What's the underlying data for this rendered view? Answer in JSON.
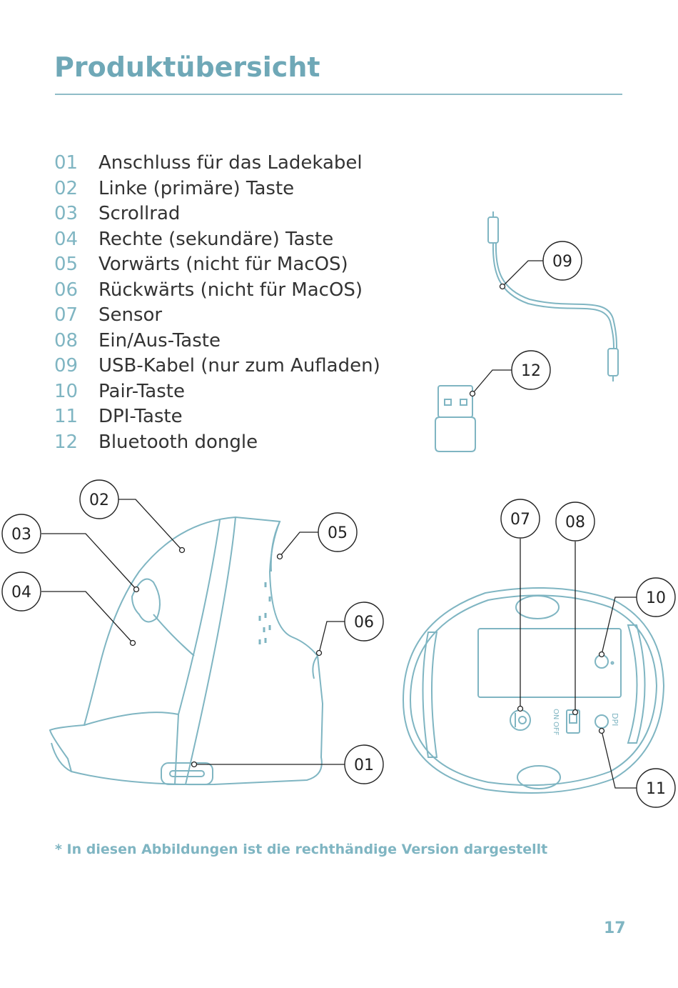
{
  "page": {
    "title": "Produktübersicht",
    "footnote": "* In diesen Abbildungen ist die rechthändige Version dargestellt",
    "page_number": "17"
  },
  "parts": [
    {
      "num": "01",
      "label": "Anschluss für das Ladekabel"
    },
    {
      "num": "02",
      "label": "Linke (primäre) Taste"
    },
    {
      "num": "03",
      "label": "Scrollrad"
    },
    {
      "num": "04",
      "label": "Rechte (sekundäre) Taste"
    },
    {
      "num": "05",
      "label": "Vorwärts (nicht für MacOS)"
    },
    {
      "num": "06",
      "label": "Rückwärts (nicht für MacOS)"
    },
    {
      "num": "07",
      "label": "Sensor"
    },
    {
      "num": "08",
      "label": "Ein/Aus-Taste"
    },
    {
      "num": "09",
      "label": "USB-Kabel (nur zum Aufladen)"
    },
    {
      "num": "10",
      "label": "Pair-Taste"
    },
    {
      "num": "11",
      "label": "DPI-Taste"
    },
    {
      "num": "12",
      "label": "Bluetooth dongle"
    }
  ],
  "callouts": {
    "c01": "01",
    "c02": "02",
    "c03": "03",
    "c04": "04",
    "c05": "05",
    "c06": "06",
    "c07": "07",
    "c08": "08",
    "c09": "09",
    "c10": "10",
    "c11": "11",
    "c12": "12"
  },
  "device_labels": {
    "on": "ON",
    "off": "OFF",
    "dpi": "DPI"
  },
  "colors": {
    "accent": "#6fa8b7",
    "line_art": "#7fb5c2",
    "text": "#333333"
  }
}
